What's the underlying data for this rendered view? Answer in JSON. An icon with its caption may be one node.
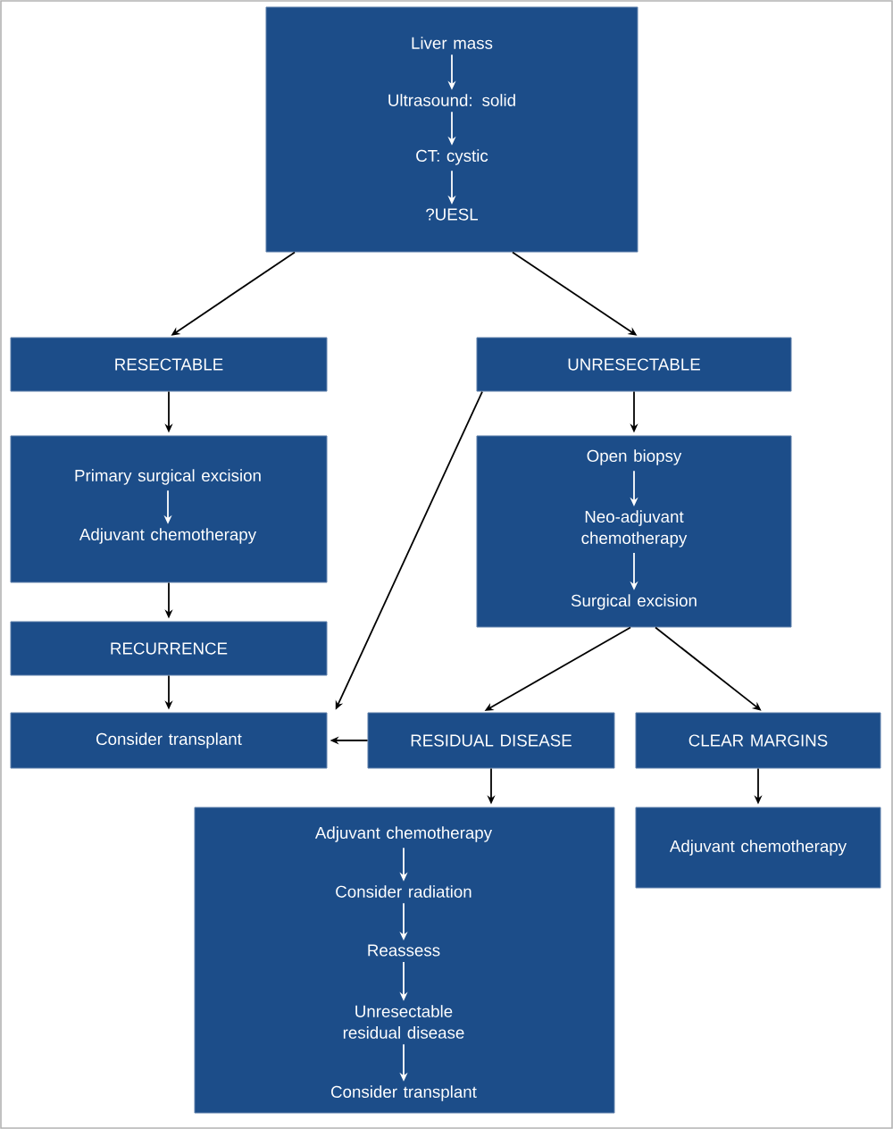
{
  "diagram": {
    "nodes": [
      {
        "text": [],
        "shape": "box"
      },
      {
        "text": [
          "Liver mass"
        ],
        "in": 0
      },
      {
        "text": [
          "Ultrasound: solid"
        ],
        "in": 0
      },
      {
        "text": [
          "CT: cystic"
        ],
        "in": 0
      },
      {
        "text": [
          "?UESL"
        ],
        "in": 0
      },
      {
        "text": [
          "RESECTABLE"
        ]
      },
      {
        "text": [
          "UNRESECTABLE"
        ]
      },
      {
        "text": [],
        "shape": "box"
      },
      {
        "text": [
          "Primary surgical excision"
        ],
        "in": 7
      },
      {
        "text": [
          "Adjuvant chemotherapy"
        ],
        "in": 7
      },
      {
        "text": [
          "RECURRENCE"
        ]
      },
      {
        "text": [],
        "shape": "box"
      },
      {
        "text": [
          "Open biopsy"
        ],
        "in": 11
      },
      {
        "text": [
          "Neo-adjuvant chemotherapy"
        ],
        "in": 11
      },
      {
        "text": [
          "Surgical excision"
        ],
        "in": 11
      },
      {
        "text": [
          "Consider transplant"
        ]
      },
      {
        "text": [
          "RESIDUAL DISEASE"
        ]
      },
      {
        "text": [
          "CLEAR MARGINS"
        ]
      },
      {
        "text": [],
        "shape": "box"
      },
      {
        "text": [
          "Adjuvant chemotherapy"
        ],
        "in": 18
      },
      {
        "text": [
          "Consider radiation"
        ],
        "in": 18
      },
      {
        "text": [
          "Reassess"
        ],
        "in": 18
      },
      {
        "text": [
          "Unresectable residual disease"
        ],
        "in": 18
      },
      {
        "text": [
          "Consider transplant"
        ],
        "in": 18
      },
      {
        "text": [
          "Adjuvant chemotherapy"
        ]
      }
    ],
    "edges": [
      {
        "from": 1,
        "to": 2,
        "arrow": "to",
        "color": "#ffffff"
      },
      {
        "from": 2,
        "to": 3,
        "arrow": "to",
        "color": "#ffffff"
      },
      {
        "from": 3,
        "to": 4,
        "arrow": "to",
        "color": "#ffffff"
      },
      {
        "from": 0,
        "to": 5,
        "arrow": "to"
      },
      {
        "from": 0,
        "to": 6,
        "arrow": "to"
      },
      {
        "from": 5,
        "to": 7,
        "arrow": "to"
      },
      {
        "from": 8,
        "to": 9,
        "arrow": "to",
        "color": "#ffffff"
      },
      {
        "from": 7,
        "to": 10,
        "arrow": "to"
      },
      {
        "from": 10,
        "to": 15,
        "arrow": "to"
      },
      {
        "from": 6,
        "to": 11,
        "arrow": "to"
      },
      {
        "from": 6,
        "to": 15,
        "arrow": "to"
      },
      {
        "from": 12,
        "to": 13,
        "arrow": "to",
        "color": "#ffffff"
      },
      {
        "from": 13,
        "to": 14,
        "arrow": "to",
        "color": "#ffffff"
      },
      {
        "from": 11,
        "to": 16,
        "arrow": "to"
      },
      {
        "from": 11,
        "to": 17,
        "arrow": "to"
      },
      {
        "from": 16,
        "to": 15,
        "arrow": "to"
      },
      {
        "from": 16,
        "to": 18,
        "arrow": "to"
      },
      {
        "from": 17,
        "to": 24,
        "arrow": "to"
      },
      {
        "from": 19,
        "to": 20,
        "arrow": "to",
        "color": "#ffffff"
      },
      {
        "from": 20,
        "to": 21,
        "arrow": "to",
        "color": "#ffffff"
      },
      {
        "from": 21,
        "to": 22,
        "arrow": "to",
        "color": "#ffffff"
      },
      {
        "from": 22,
        "to": 23,
        "arrow": "to",
        "color": "#ffffff"
      }
    ]
  }
}
